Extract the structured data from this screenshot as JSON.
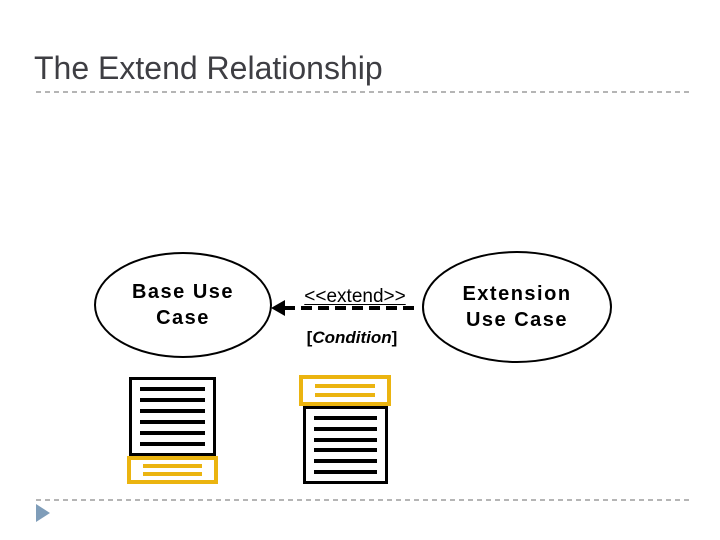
{
  "slide": {
    "title": "The Extend Relationship"
  },
  "diagram": {
    "base_use_case": {
      "line1": "Base Use",
      "line2": "Case"
    },
    "extension_use_case": {
      "line1": "Extension",
      "line2": "Use Case"
    },
    "arrow": {
      "stereotype": "<<extend>>",
      "condition_open": "[",
      "condition_word": "Condition",
      "condition_close": "]"
    }
  },
  "icons": {
    "base_document": {
      "icon": "document-lines-icon",
      "body_lines": 6,
      "highlight_lines": 2,
      "highlight_position": "bottom"
    },
    "extension_document": {
      "icon": "document-lines-icon",
      "body_lines": 6,
      "highlight_lines": 2,
      "highlight_position": "top"
    },
    "footer_triangle": "play-triangle-icon"
  },
  "colors": {
    "background": "#FFFFFF",
    "title_text": "#3E3E43",
    "separator_gray": "#B5B5B5",
    "diagram_stroke": "#000000",
    "highlight_yellow": "#EBB410",
    "footer_triangle_blue": "#7F9DB9"
  }
}
